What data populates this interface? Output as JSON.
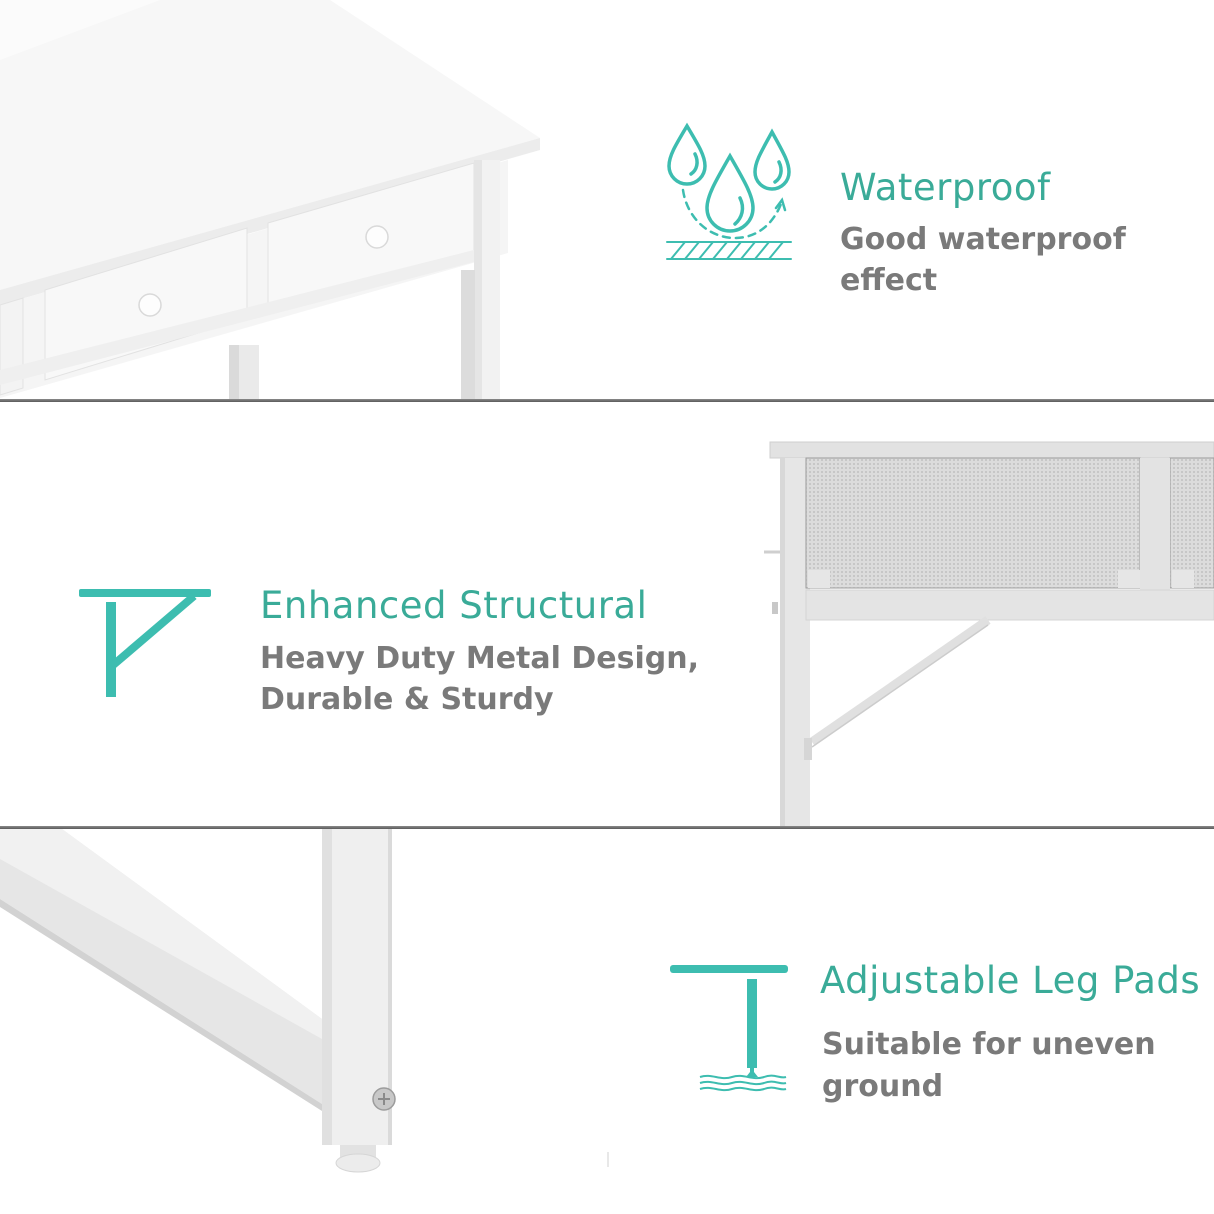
{
  "features": [
    {
      "id": "waterproof",
      "icon": "water-drops-icon",
      "title": "Waterproof",
      "description_lines": [
        "Good waterproof",
        "effect"
      ]
    },
    {
      "id": "structural",
      "icon": "bracket-support-icon",
      "title": "Enhanced Structural",
      "description_lines": [
        "Heavy Duty Metal Design,",
        "Durable & Sturdy"
      ]
    },
    {
      "id": "leg-pads",
      "icon": "adjustable-leg-pad-icon",
      "title": "Adjustable Leg Pads",
      "description_lines": [
        "Suitable for uneven",
        "ground"
      ]
    }
  ],
  "colors": {
    "accent": "#3dbdb0",
    "title": "#3aab98",
    "description": "#7a7a7a",
    "divider": "#6a6a6a",
    "product_white": "#f4f4f4",
    "product_shadow": "#d6d6d6"
  }
}
